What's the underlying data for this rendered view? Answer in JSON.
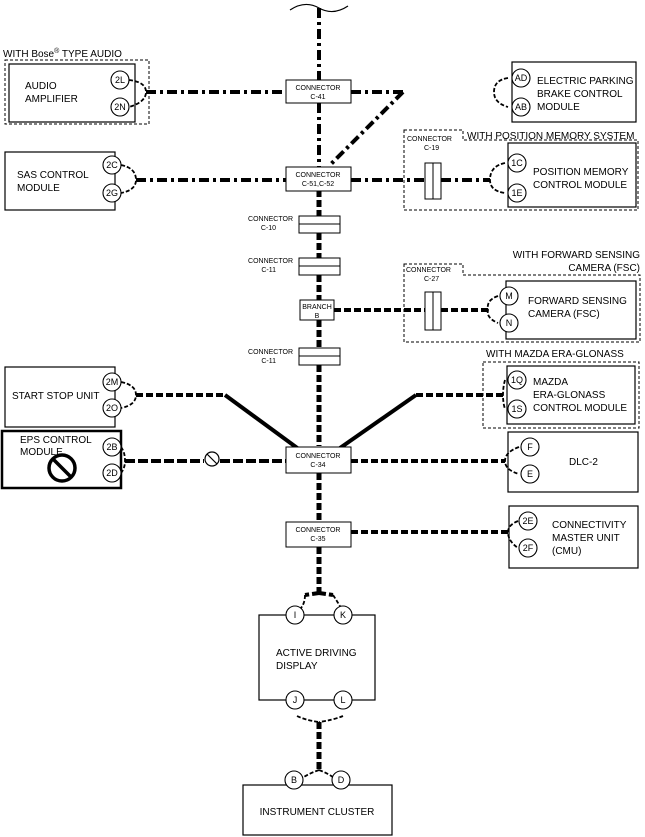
{
  "labels": {
    "with_bose": "WITH Bose",
    "with_bose_reg": "®",
    "with_bose_tail": " TYPE AUDIO",
    "audio_amp_1": "AUDIO",
    "audio_amp_2": "AMPLIFIER",
    "epb_1": "ELECTRIC PARKING",
    "epb_2": "BRAKE CONTROL",
    "epb_3": "MODULE",
    "with_pos_mem": "WITH POSITION MEMORY SYSTEM",
    "sas_1": "SAS CONTROL",
    "sas_2": "MODULE",
    "pos_mem_1": "POSITION MEMORY",
    "pos_mem_2": "CONTROL MODULE",
    "with_fsc_1": "WITH FORWARD SENSING",
    "with_fsc_2": "CAMERA (FSC)",
    "fsc_1": "FORWARD SENSING",
    "fsc_2": "CAMERA (FSC)",
    "with_mazda": "WITH MAZDA ERA-GLONASS",
    "start_stop": "START STOP UNIT",
    "mazda_1": "MAZDA",
    "mazda_2": "ERA-GLONASS",
    "mazda_3": "CONTROL MODULE",
    "eps_1": "EPS CONTROL",
    "eps_2": "MODULE",
    "dlc": "DLC-2",
    "cmu_1": "CONNECTIVITY",
    "cmu_2": "MASTER UNIT",
    "cmu_3": "(CMU)",
    "adisp_1": "ACTIVE DRIVING",
    "adisp_2": "DISPLAY",
    "cluster": "INSTRUMENT CLUSTER"
  },
  "connectors": {
    "connector_word": "CONNECTOR",
    "branch_word": "BRANCH",
    "c41": "C-41",
    "c51": "C-51,C-52",
    "c19": "C-19",
    "c10": "C-10",
    "c11a": "C-11",
    "c27": "C-27",
    "branch_b": "B",
    "c11b": "C-11",
    "c34": "C-34",
    "c35": "C-35"
  },
  "pins": {
    "amp_top": "2L",
    "amp_bot": "2N",
    "epb_top": "AD",
    "epb_bot": "AB",
    "sas_top": "2C",
    "sas_bot": "2G",
    "pm_top": "1C",
    "pm_bot": "1E",
    "fsc_top": "M",
    "fsc_bot": "N",
    "ss_top": "2M",
    "ss_bot": "2O",
    "mz_top": "1Q",
    "mz_bot": "1S",
    "eps_top": "2B",
    "eps_bot": "2D",
    "dlc_top": "F",
    "dlc_bot": "E",
    "cmu_top": "2E",
    "cmu_bot": "2F",
    "ad_tl": "I",
    "ad_tr": "K",
    "ad_bl": "J",
    "ad_br": "L",
    "ic_l": "B",
    "ic_r": "D"
  }
}
